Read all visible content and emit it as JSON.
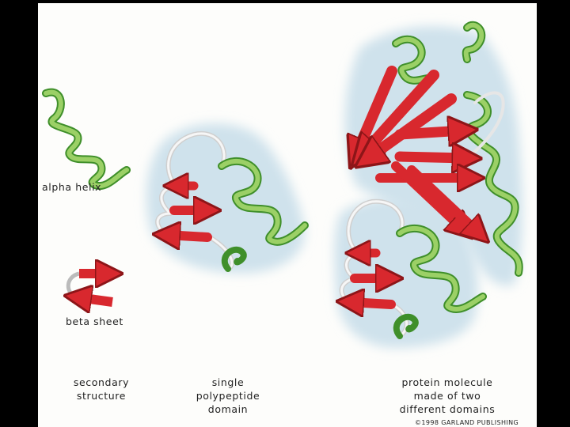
{
  "labels": {
    "alpha_helix": "alpha helix",
    "beta_sheet": "beta sheet",
    "secondary_structure": [
      "secondary",
      "structure"
    ],
    "single_domain": [
      "single",
      "polypeptide",
      "domain"
    ],
    "two_domains": [
      "protein molecule",
      "made of two",
      "different domains"
    ]
  },
  "copyright": "©1998 GARLAND PUBLISHING",
  "colors": {
    "helix": "#7dbf4e",
    "helix_dark": "#3f8f2a",
    "strand": "#d8282e",
    "loop": "#f4f4f4",
    "shadow": "#cfe2ec"
  }
}
